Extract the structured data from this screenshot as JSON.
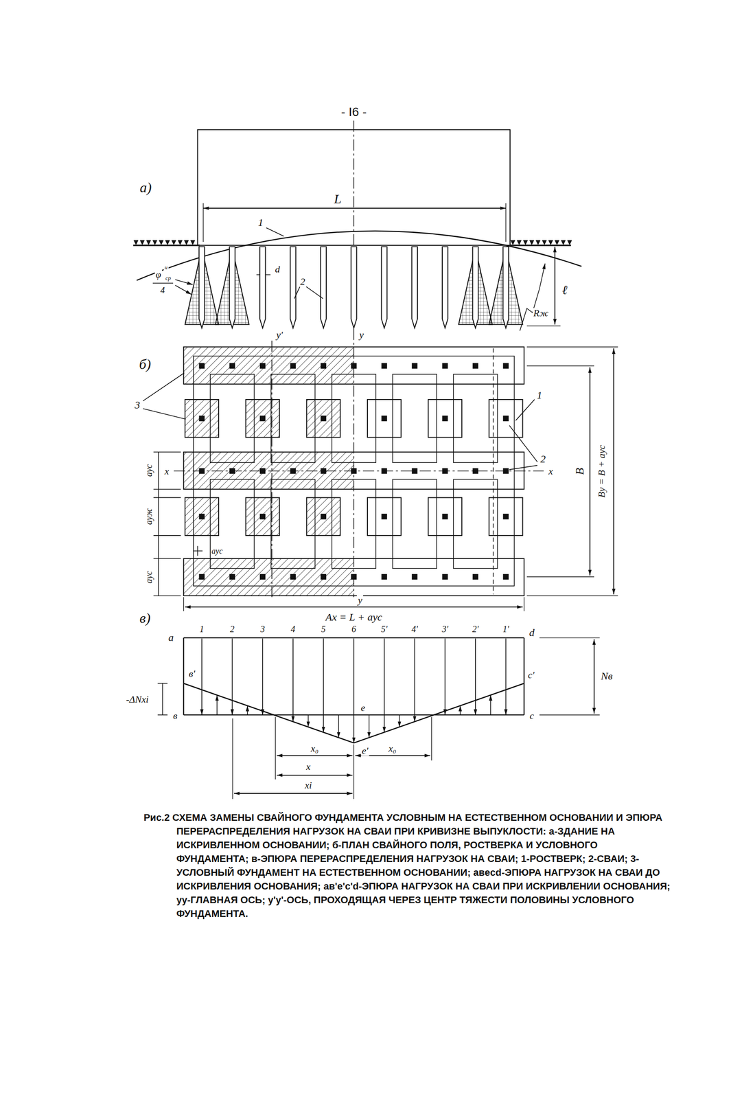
{
  "diagram": {
    "caption": "Рис.2 СХЕМА ЗАМЕНЫ СВАЙНОГО ФУНДАМЕНТА УСЛОВНЫМ НА ЕСТЕСТВЕННОМ ОСНОВАНИИ И ЭПЮРА ПЕРЕРАСПРЕДЕЛЕНИЯ НАГРУЗОК НА СВАИ ПРИ КРИВИЗНЕ ВЫПУКЛОСТИ: а-ЗДАНИЕ НА ИСКРИВЛЕННОМ ОСНОВАНИИ; б-ПЛАН СВАЙНОГО ПОЛЯ, РОСТВЕРКА И УСЛОВНОГО ФУНДАМЕНТА; в-ЭПЮРА ПЕРЕРАСПРЕДЕЛЕНИЯ НАГРУЗОК НА СВАИ; 1-РОСТВЕРК; 2-СВАИ; 3-УСЛОВНЫЙ ФУНДАМЕНТ НА ЕСТЕСТВЕННОМ ОСНОВАНИИ; aвecd-ЭПЮРА НАГРУЗОК НА СВАИ ДО ИСКРИВЛЕНИЯ ОСНОВАНИЯ; aв'e'c'd-ЭПЮРА НАГРУЗОК НА СВАИ ПРИ ИСКРИВЛЕНИИ ОСНОВАНИЯ; уу-ГЛАВНАЯ ОСЬ; у'у'-ОСЬ, ПРОХОДЯЩАЯ ЧЕРЕЗ ЦЕНТР ТЯЖЕСТИ ПОЛОВИНЫ УСЛОВНОГО ФУНДАМЕНТА.",
    "labels": [
      "- I6 -",
      "а)",
      "L",
      "1",
      "φ",
      "н",
      "ср",
      "4",
      "d",
      "2",
      "ℓ",
      "Rж",
      "б)",
      "у'",
      "у",
      "3",
      "1",
      "2",
      "x",
      "x",
      "aус",
      "aуж",
      "aус",
      "aус",
      "B",
      "By = B + aус",
      "у",
      "Ax = L + aус",
      "в)",
      "a",
      "1",
      "2",
      "3",
      "4",
      "5",
      "6",
      "5'",
      "4'",
      "3'",
      "2'",
      "1'",
      "d",
      "в'",
      "c'",
      "Nв",
      "-ΔNxi",
      "в",
      "c",
      "e",
      "e'",
      "x₀",
      "x₀",
      "x",
      "xi"
    ]
  }
}
